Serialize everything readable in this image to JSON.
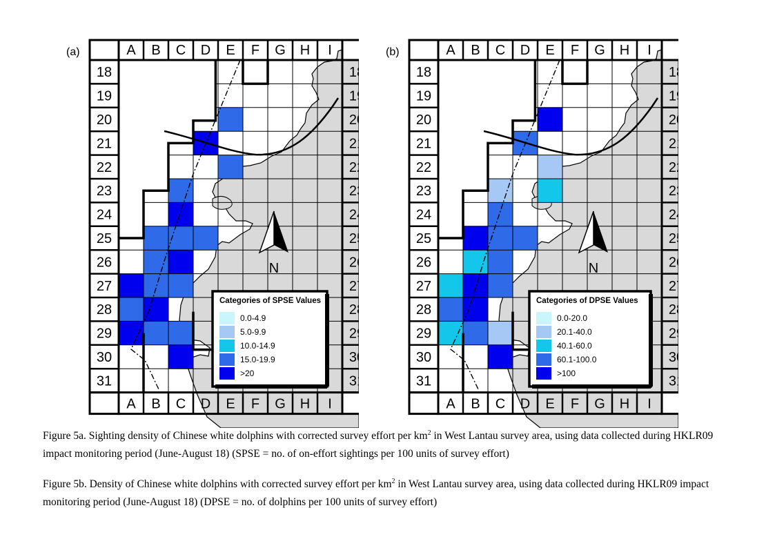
{
  "cols": [
    "A",
    "B",
    "C",
    "D",
    "E",
    "F",
    "G",
    "H",
    "I"
  ],
  "rows": [
    "18",
    "19",
    "20",
    "21",
    "22",
    "23",
    "24",
    "25",
    "26",
    "27",
    "28",
    "29",
    "30",
    "31"
  ],
  "north_label": "N",
  "colors": {
    "land": "#d9d9d9",
    "grid_line": "#000000",
    "c1": "#c8f6fb",
    "c2": "#a6c8f5",
    "c3": "#14c7ea",
    "c4": "#2f6ae8",
    "c5": "#0000ee"
  },
  "maps": [
    {
      "panel_label": "(a)",
      "legend_title": "Categories of SPSE Values",
      "legend": [
        {
          "label": "0.0-4.9",
          "color": "#c8f6fb"
        },
        {
          "label": "5.0-9.9",
          "color": "#a6c8f5"
        },
        {
          "label": "10.0-14.9",
          "color": "#14c7ea"
        },
        {
          "label": "15.0-19.9",
          "color": "#2f6ae8"
        },
        {
          "label": ">20",
          "color": "#0000ee"
        }
      ],
      "cells": [
        {
          "col": "E",
          "row": "20",
          "category": 4
        },
        {
          "col": "D",
          "row": "21",
          "category": 5
        },
        {
          "col": "E",
          "row": "22",
          "category": 4
        },
        {
          "col": "C",
          "row": "23",
          "category": 4
        },
        {
          "col": "C",
          "row": "24",
          "category": 5
        },
        {
          "col": "B",
          "row": "25",
          "category": 4
        },
        {
          "col": "C",
          "row": "25",
          "category": 4
        },
        {
          "col": "D",
          "row": "25",
          "category": 4
        },
        {
          "col": "B",
          "row": "26",
          "category": 4
        },
        {
          "col": "C",
          "row": "26",
          "category": 5
        },
        {
          "col": "A",
          "row": "27",
          "category": 5
        },
        {
          "col": "B",
          "row": "27",
          "category": 4
        },
        {
          "col": "C",
          "row": "27",
          "category": 4
        },
        {
          "col": "A",
          "row": "28",
          "category": 4
        },
        {
          "col": "B",
          "row": "28",
          "category": 5
        },
        {
          "col": "A",
          "row": "29",
          "category": 5
        },
        {
          "col": "B",
          "row": "29",
          "category": 4
        },
        {
          "col": "C",
          "row": "29",
          "category": 4
        },
        {
          "col": "C",
          "row": "30",
          "category": 5
        }
      ]
    },
    {
      "panel_label": "(b)",
      "legend_title": "Categories of DPSE Values",
      "legend": [
        {
          "label": "0.0-20.0",
          "color": "#c8f6fb"
        },
        {
          "label": "20.1-40.0",
          "color": "#a6c8f5"
        },
        {
          "label": "40.1-60.0",
          "color": "#14c7ea"
        },
        {
          "label": "60.1-100.0",
          "color": "#2f6ae8"
        },
        {
          "label": ">100",
          "color": "#0000ee"
        }
      ],
      "cells": [
        {
          "col": "E",
          "row": "20",
          "category": 5
        },
        {
          "col": "D",
          "row": "21",
          "category": 4
        },
        {
          "col": "E",
          "row": "22",
          "category": 2
        },
        {
          "col": "C",
          "row": "23",
          "category": 2
        },
        {
          "col": "E",
          "row": "23",
          "category": 3
        },
        {
          "col": "C",
          "row": "24",
          "category": 4
        },
        {
          "col": "B",
          "row": "25",
          "category": 5
        },
        {
          "col": "C",
          "row": "25",
          "category": 4
        },
        {
          "col": "D",
          "row": "25",
          "category": 4
        },
        {
          "col": "B",
          "row": "26",
          "category": 3
        },
        {
          "col": "C",
          "row": "26",
          "category": 4
        },
        {
          "col": "A",
          "row": "27",
          "category": 3
        },
        {
          "col": "B",
          "row": "27",
          "category": 5
        },
        {
          "col": "C",
          "row": "27",
          "category": 4
        },
        {
          "col": "A",
          "row": "28",
          "category": 4
        },
        {
          "col": "B",
          "row": "28",
          "category": 5
        },
        {
          "col": "A",
          "row": "29",
          "category": 3
        },
        {
          "col": "B",
          "row": "29",
          "category": 4
        },
        {
          "col": "C",
          "row": "29",
          "category": 2
        },
        {
          "col": "C",
          "row": "30",
          "category": 5
        }
      ]
    }
  ],
  "captions": [
    {
      "text_1": "Figure 5a.  Sighting density of Chinese white dolphins with corrected survey effort per km",
      "sup": "2",
      "text_2": " in West Lantau survey area, using data collected during HKLR09 impact monitoring period (June-August 18) (SPSE = no. of on-effort sightings per 100 units of survey effort)"
    },
    {
      "text_1": "Figure 5b.  Density of Chinese white dolphins with corrected survey effort per km",
      "sup": "2",
      "text_2": " in West Lantau survey area, using data collected during HKLR09 impact monitoring period (June-August 18) (DPSE = no. of dolphins per 100 units of survey effort)"
    }
  ]
}
